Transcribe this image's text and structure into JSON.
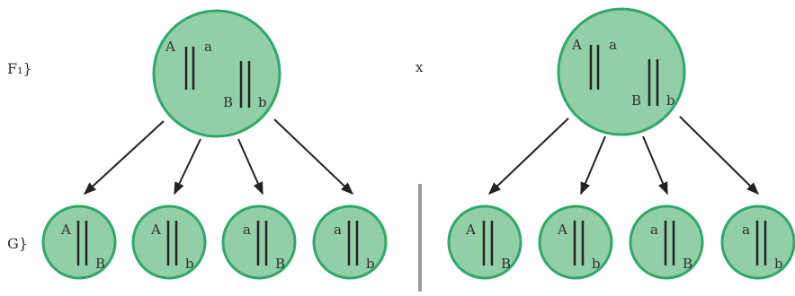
{
  "labels": {
    "f1": "F₁}",
    "cross": "x",
    "gametes": "G}"
  },
  "colors": {
    "cellFill": "#93cfa6",
    "cellStroke": "#2fa86a",
    "line": "#222222",
    "divider": "#9a9a9a",
    "text": "#2f2f2f"
  },
  "parents": [
    {
      "id": "left",
      "alleles": {
        "top_left": "A",
        "top_right": "a",
        "bottom_left": "B",
        "bottom_right": "b"
      }
    },
    {
      "id": "right",
      "alleles": {
        "top_left": "A",
        "top_right": "a",
        "bottom_left": "B",
        "bottom_right": "b"
      }
    }
  ],
  "gametes": [
    {
      "top": "A",
      "bottom": "B"
    },
    {
      "top": "A",
      "bottom": "b"
    },
    {
      "top": "a",
      "bottom": "B"
    },
    {
      "top": "a",
      "bottom": "b"
    },
    {
      "top": "A",
      "bottom": "B"
    },
    {
      "top": "A",
      "bottom": "b"
    },
    {
      "top": "a",
      "bottom": "B"
    },
    {
      "top": "a",
      "bottom": "b"
    }
  ]
}
